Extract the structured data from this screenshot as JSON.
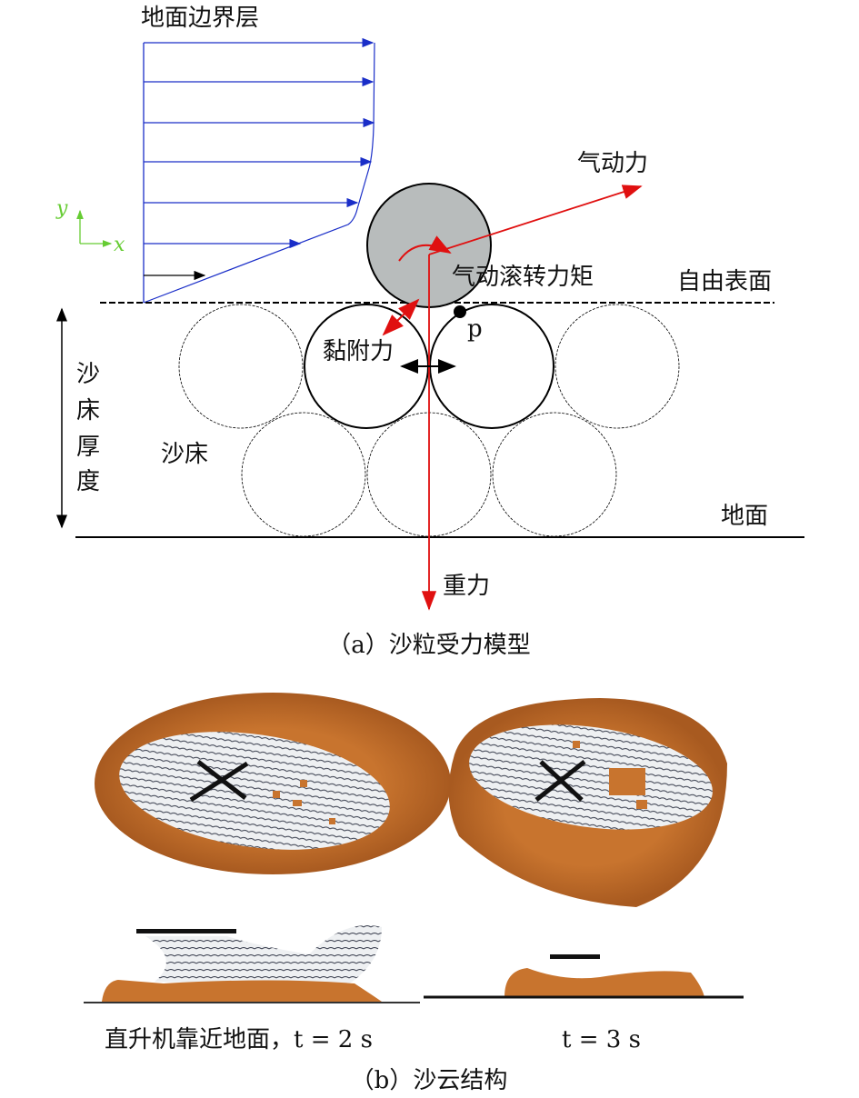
{
  "panel_a": {
    "boundary_layer_label": "地面边界层",
    "axis_x": "x",
    "axis_y": "y",
    "aero_force_label": "气动力",
    "rolling_moment_label": "气动滚转力矩",
    "free_surface_label": "自由表面",
    "point_label": "p",
    "adhesion_label": "黏附力",
    "bed_thickness_label": [
      "沙",
      "床",
      "厚",
      "度"
    ],
    "sand_bed_label": "沙床",
    "ground_label": "地面",
    "gravity_label": "重力",
    "caption": "（a）沙粒受力模型"
  },
  "panel_b": {
    "left_caption": "直升机靠近地面，t = 2 s",
    "right_caption": "t = 3 s",
    "caption": "（b）沙云结构"
  },
  "colors": {
    "flow": "#1a2ec8",
    "force": "#e01010",
    "axis": "#66cc33",
    "particle": "#b8bcbc",
    "sand": "#c8742e"
  }
}
